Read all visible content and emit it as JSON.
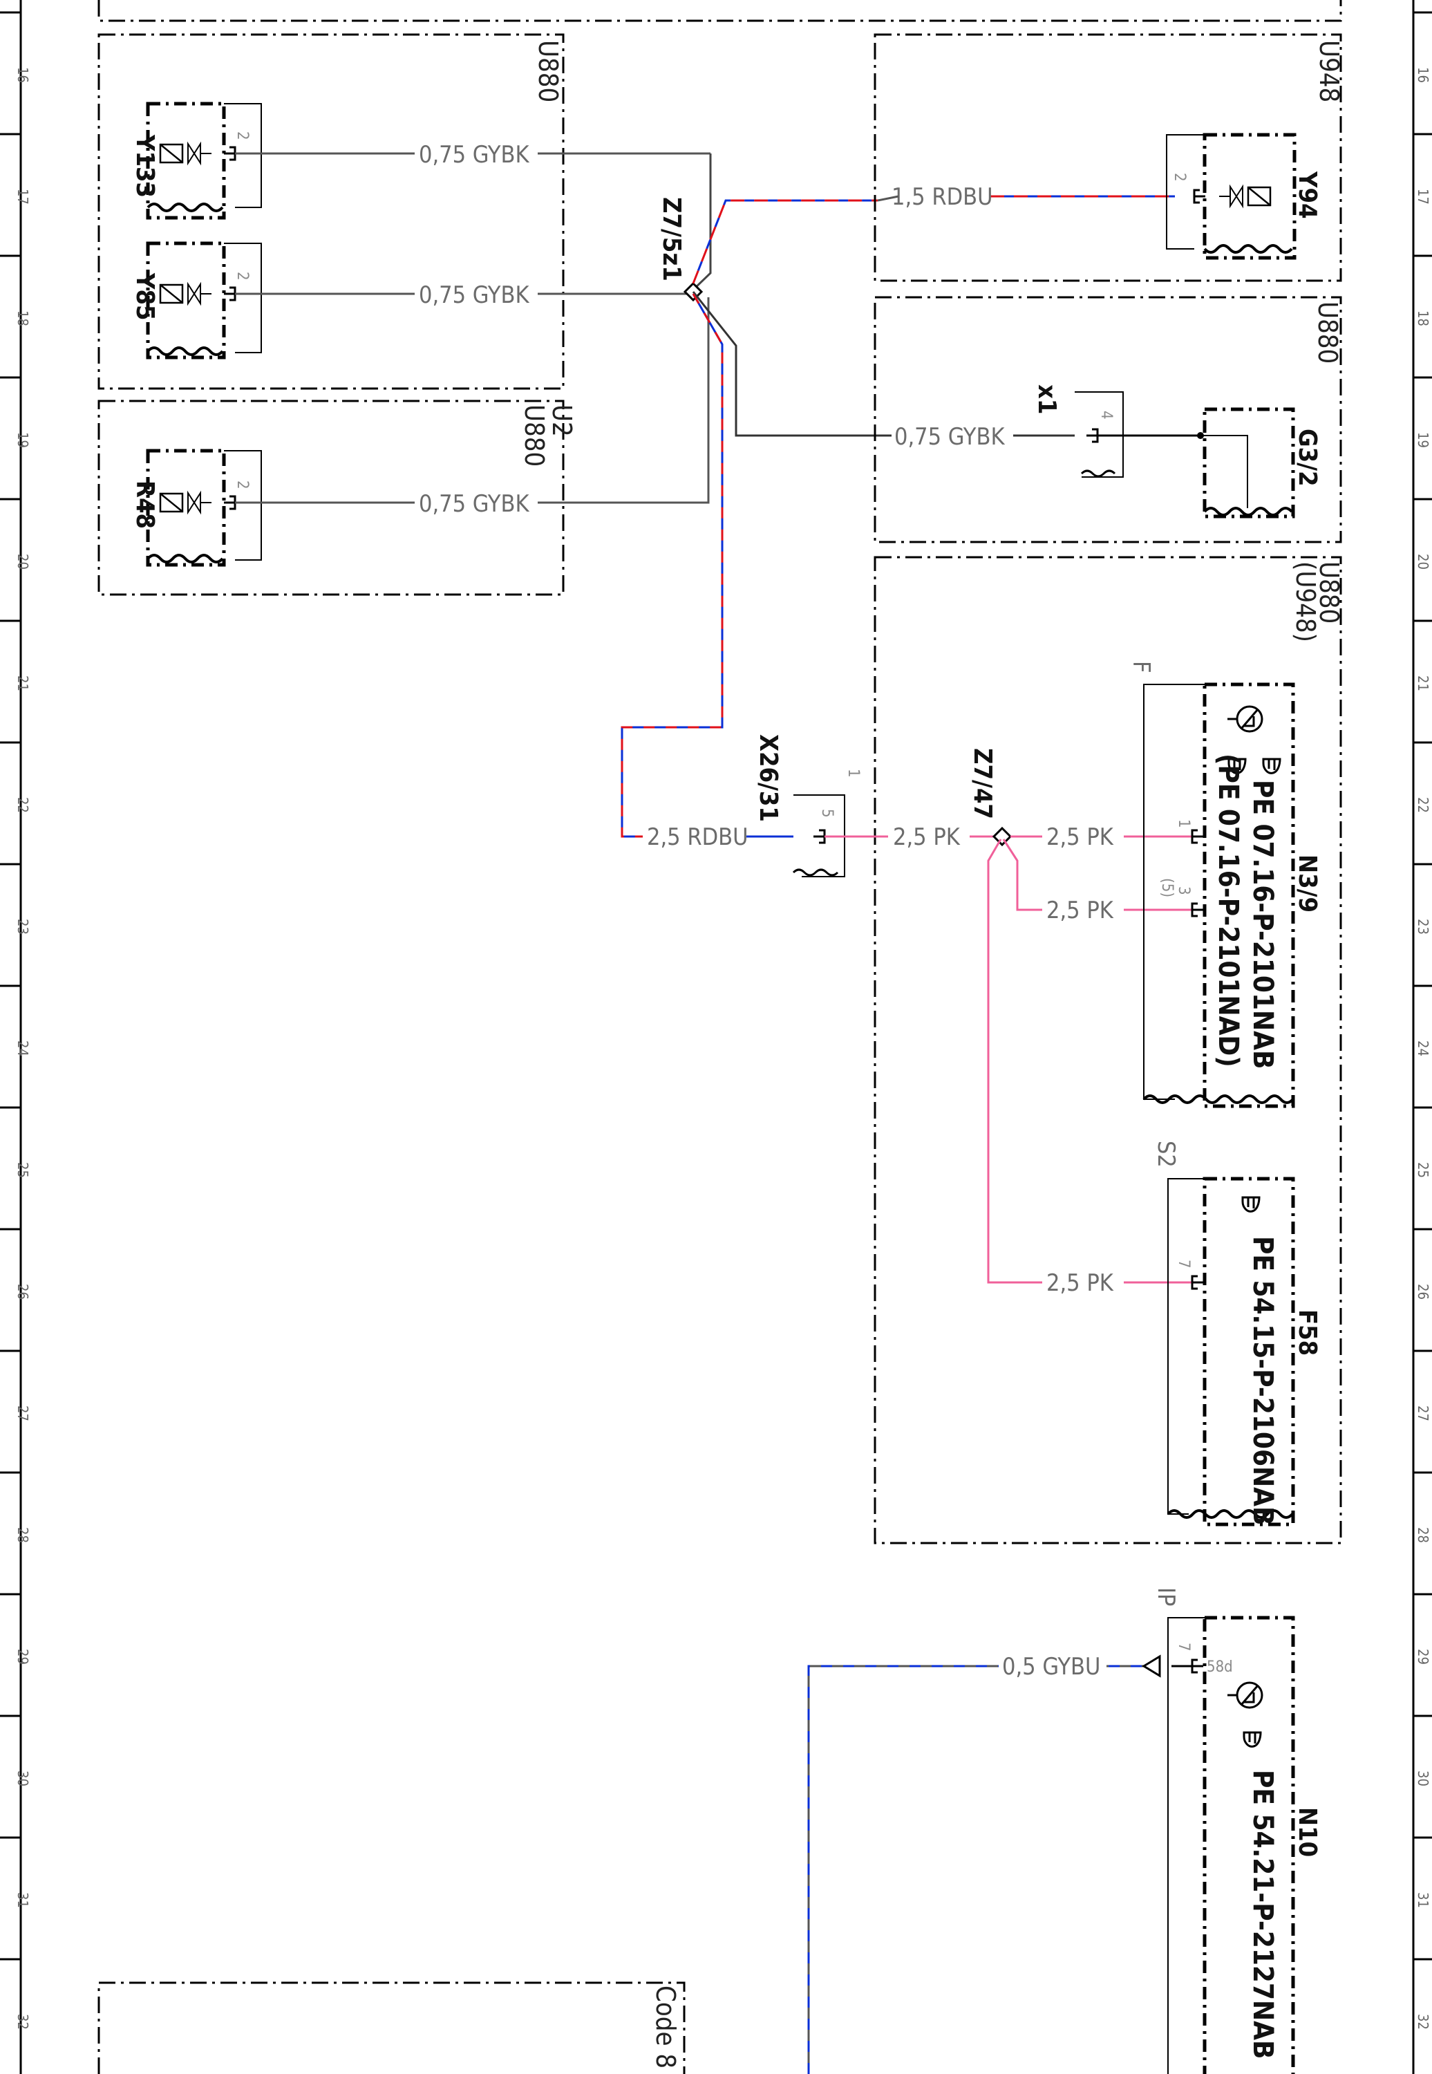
{
  "page": {
    "code": "Code 8"
  },
  "ruler": {
    "ticks": [
      "16",
      "17",
      "18",
      "19",
      "20",
      "21",
      "22",
      "23",
      "24",
      "25",
      "26",
      "27",
      "28",
      "29",
      "30",
      "31",
      "32"
    ]
  },
  "colors": {
    "black": "#2b2b2b",
    "red": "#e0101a",
    "blue": "#0a2fd6",
    "pink": "#f0609a",
    "grey": "#6b6b6b"
  },
  "modules": {
    "u880_top": "U880",
    "u2": "U2",
    "u880_mid": "U880",
    "u948": "U948",
    "u880_right": "U880",
    "u880_lower": "U880",
    "u948_paren": "(U948)"
  },
  "components": {
    "y133": "Y133",
    "y85": "Y85",
    "r48": "R48",
    "y94": "Y94",
    "g3_2": "G3/2",
    "x1": "x1",
    "x26_31": "X26/31",
    "n3_9": "N3/9",
    "f58": "F58",
    "n10": "N10"
  },
  "splices": {
    "z7_5z1": "Z7/5z1",
    "z7_47": "Z7/47"
  },
  "wires": {
    "w_y133": "0,75 GYBK",
    "w_y85": "0,75 GYBK",
    "w_r48": "0,75 GYBK",
    "w_y94": "1,5 RDBU",
    "w_g3": "0,75 GYBK",
    "w_x26_left": "2,5 RDBU",
    "w_x26_right": "2,5 PK",
    "w_n3_pin1": "2,5 PK",
    "w_n3_pin3": "2,5 PK",
    "w_f58": "2,5 PK",
    "w_n10": "0,5 GYBU"
  },
  "pins": {
    "y133": "2",
    "y85": "2",
    "r48": "2",
    "y94": "2",
    "x1": "4",
    "x26_top": "1",
    "x26": "5",
    "n3_1": "1",
    "n3_3": "3",
    "n3_paren": "(5)",
    "f58": "7",
    "n10": "7",
    "n10_58d": "58d"
  },
  "connector_tags": {
    "n3": "F",
    "f58": "S2",
    "n10": "IP"
  },
  "refs": {
    "n3_a": "PE 07.16-P-2101NAB",
    "n3_b": "(PE 07.16-P-2101NAD)",
    "f58": "PE 54.15-P-2106NAB",
    "n10": "PE 54.21-P-2127NAB"
  }
}
